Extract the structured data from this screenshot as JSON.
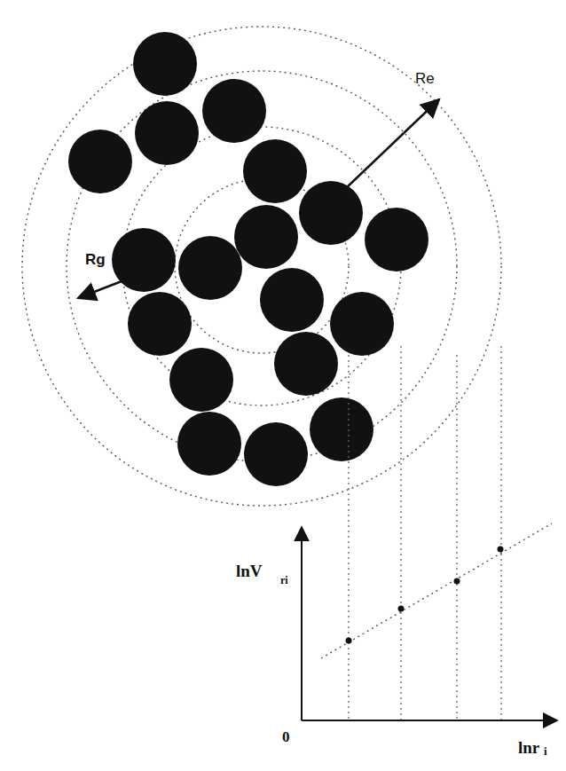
{
  "diagram": {
    "labels": [
      "Rg",
      "Re",
      "lnV",
      "ri",
      "0",
      "lnr",
      "i"
    ]
  }
}
